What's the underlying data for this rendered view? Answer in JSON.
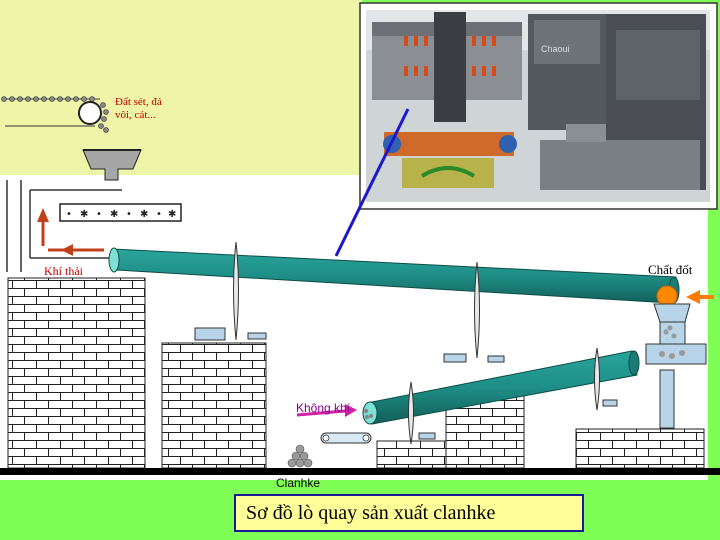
{
  "labels": {
    "raw_materials": "Đất sét, đá vôi, cát...",
    "exhaust_gas": "Khí thải",
    "fuel": "Chất đốt",
    "air": "Không khí",
    "clinker": "Clanhke"
  },
  "photo": {
    "machine_nameplate": "Chaoui"
  },
  "caption": "Sơ đồ lò quay sản xuất clanhke",
  "colors": {
    "slide_green": "#7fff55",
    "slide_yellow": "#eef5a8",
    "kiln_body": "#1e8e86",
    "flame_orange": "#ff8800",
    "arrow_red": "#c0401a",
    "pointer_blue": "#1a1acc",
    "caption_bg": "#ffff99"
  }
}
